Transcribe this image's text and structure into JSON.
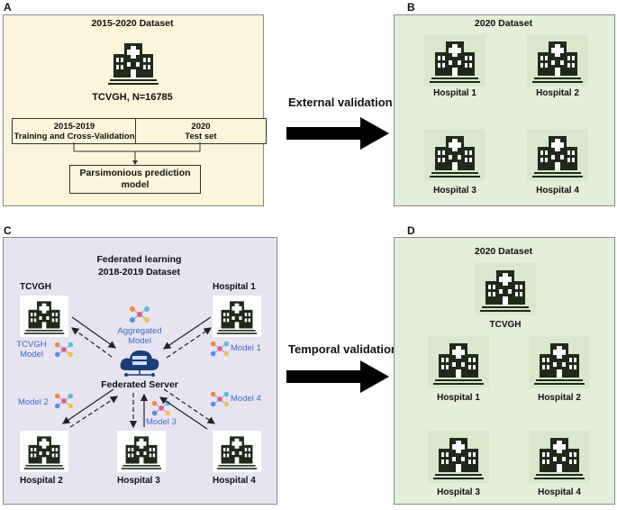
{
  "panel_a": {
    "letter": "A",
    "title": "2015-2020 Dataset",
    "hospital": "TCVGH, N=16785",
    "train_line1": "2015-2019",
    "train_line2": "Training and Cross-Validation",
    "test_line1": "2020",
    "test_line2": "Test set",
    "model_line1": "Parsimonious prediction",
    "model_line2": "model"
  },
  "external_validation": "External validation",
  "panel_b": {
    "letter": "B",
    "title": "2020 Dataset",
    "hospitals": [
      "Hospital 1",
      "Hospital 2",
      "Hospital 3",
      "Hospital 4"
    ]
  },
  "panel_c": {
    "letter": "C",
    "title_line1": "Federated learning",
    "title_line2": "2018-2019 Dataset",
    "tcvgh": "TCVGH",
    "hospital1": "Hospital 1",
    "hospital2": "Hospital 2",
    "hospital3": "Hospital 3",
    "hospital4": "Hospital 4",
    "aggregated_line1": "Aggregated",
    "aggregated_line2": "Model",
    "tcvgh_model_line1": "TCVGH",
    "tcvgh_model_line2": "Model",
    "model1": "Model 1",
    "model2": "Model 2",
    "model3": "Model 3",
    "model4": "Model 4",
    "server": "Federated Server"
  },
  "temporal_validation": "Temporal validation",
  "panel_d": {
    "letter": "D",
    "title": "2020 Dataset",
    "tcvgh": "TCVGH",
    "hospitals": [
      "Hospital 1",
      "Hospital 2",
      "Hospital 3",
      "Hospital 4"
    ]
  },
  "colors": {
    "panel_a_bg": "#fdf4dc",
    "panel_b_bg": "#e3efd9",
    "panel_c_bg": "#e7e3f1",
    "icon_dark": "#1f2a1a",
    "model_blue": "#3a6fc4"
  },
  "icons": [
    "hospital-icon",
    "neural-network-icon",
    "cloud-server-icon",
    "block-arrow-right-icon"
  ]
}
